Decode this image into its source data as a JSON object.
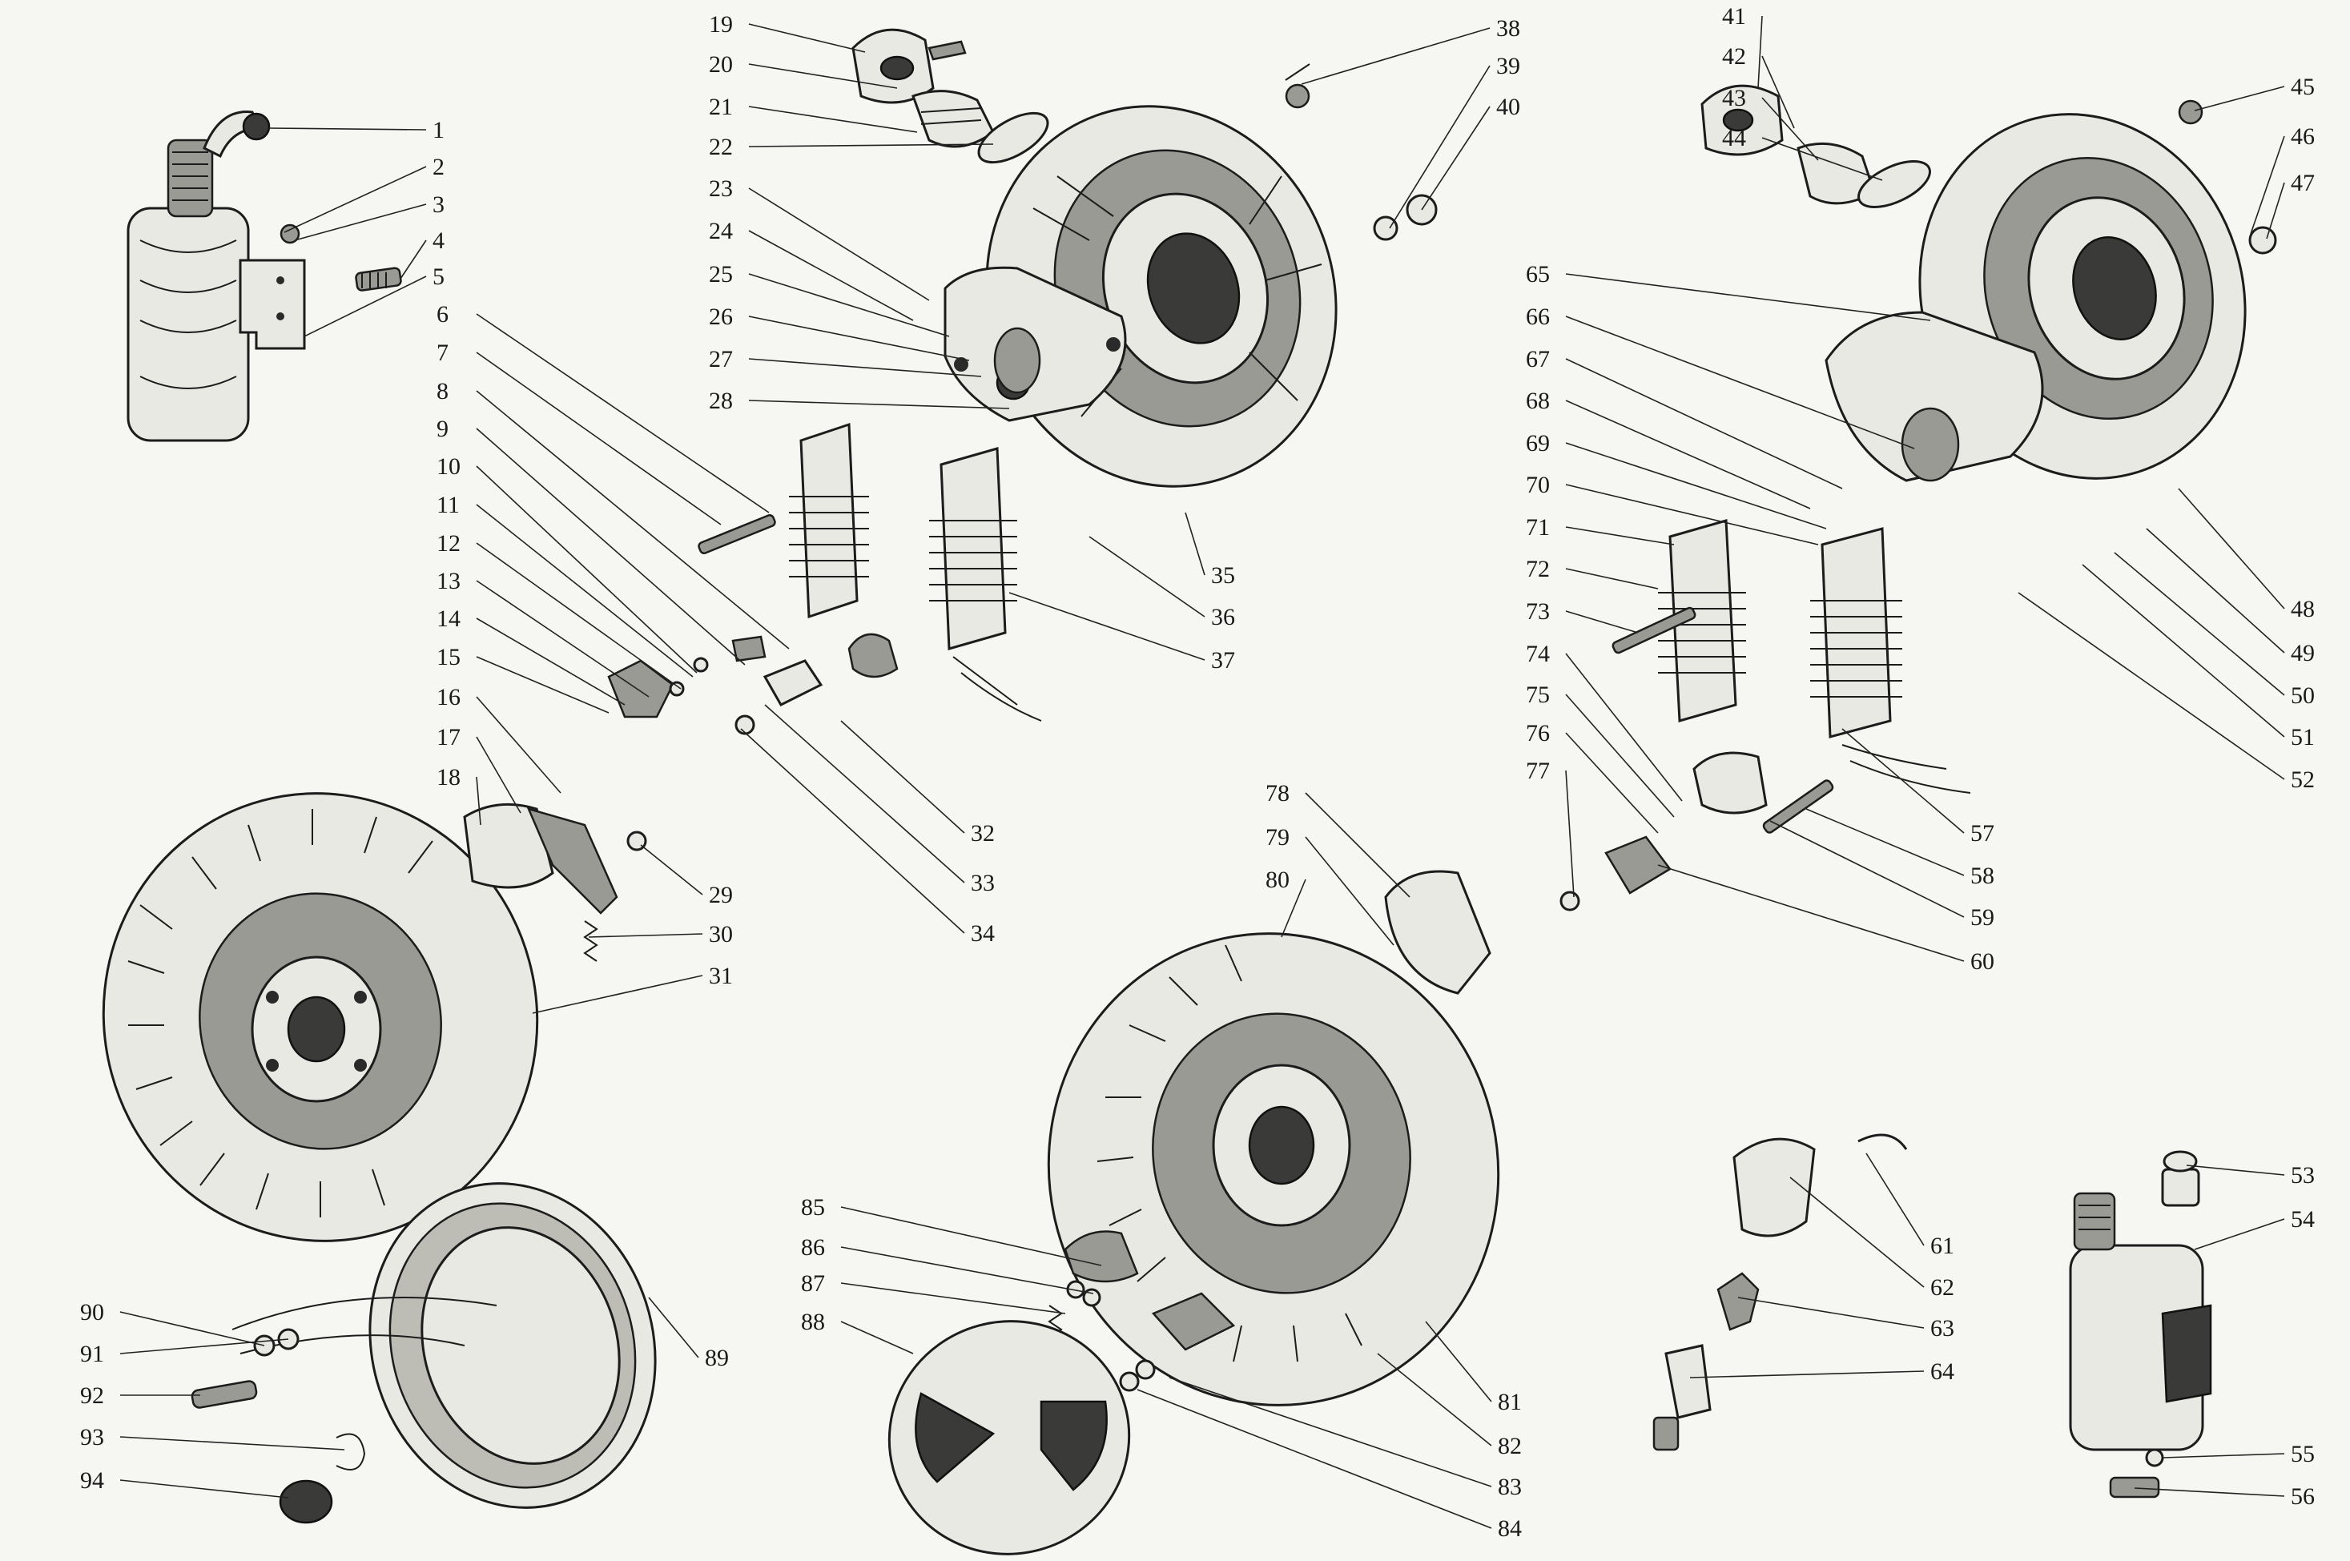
{
  "diagram": {
    "parts": [
      "1",
      "2",
      "3",
      "4",
      "5",
      "6",
      "7",
      "8",
      "9",
      "10",
      "11",
      "12",
      "13",
      "14",
      "15",
      "16",
      "17",
      "18",
      "19",
      "20",
      "21",
      "22",
      "23",
      "24",
      "25",
      "26",
      "27",
      "28",
      "29",
      "30",
      "31",
      "32",
      "33",
      "34",
      "35",
      "36",
      "37",
      "38",
      "39",
      "40",
      "41",
      "42",
      "43",
      "44",
      "45",
      "46",
      "47",
      "48",
      "49",
      "50",
      "51",
      "52",
      "53",
      "54",
      "55",
      "56",
      "57",
      "58",
      "59",
      "60",
      "61",
      "62",
      "63",
      "64",
      "65",
      "66",
      "67",
      "68",
      "69",
      "70",
      "71",
      "72",
      "73",
      "74",
      "75",
      "76",
      "77",
      "78",
      "79",
      "80",
      "81",
      "82",
      "83",
      "84",
      "85",
      "86",
      "87",
      "88",
      "89",
      "90",
      "91",
      "92",
      "93",
      "94"
    ]
  }
}
